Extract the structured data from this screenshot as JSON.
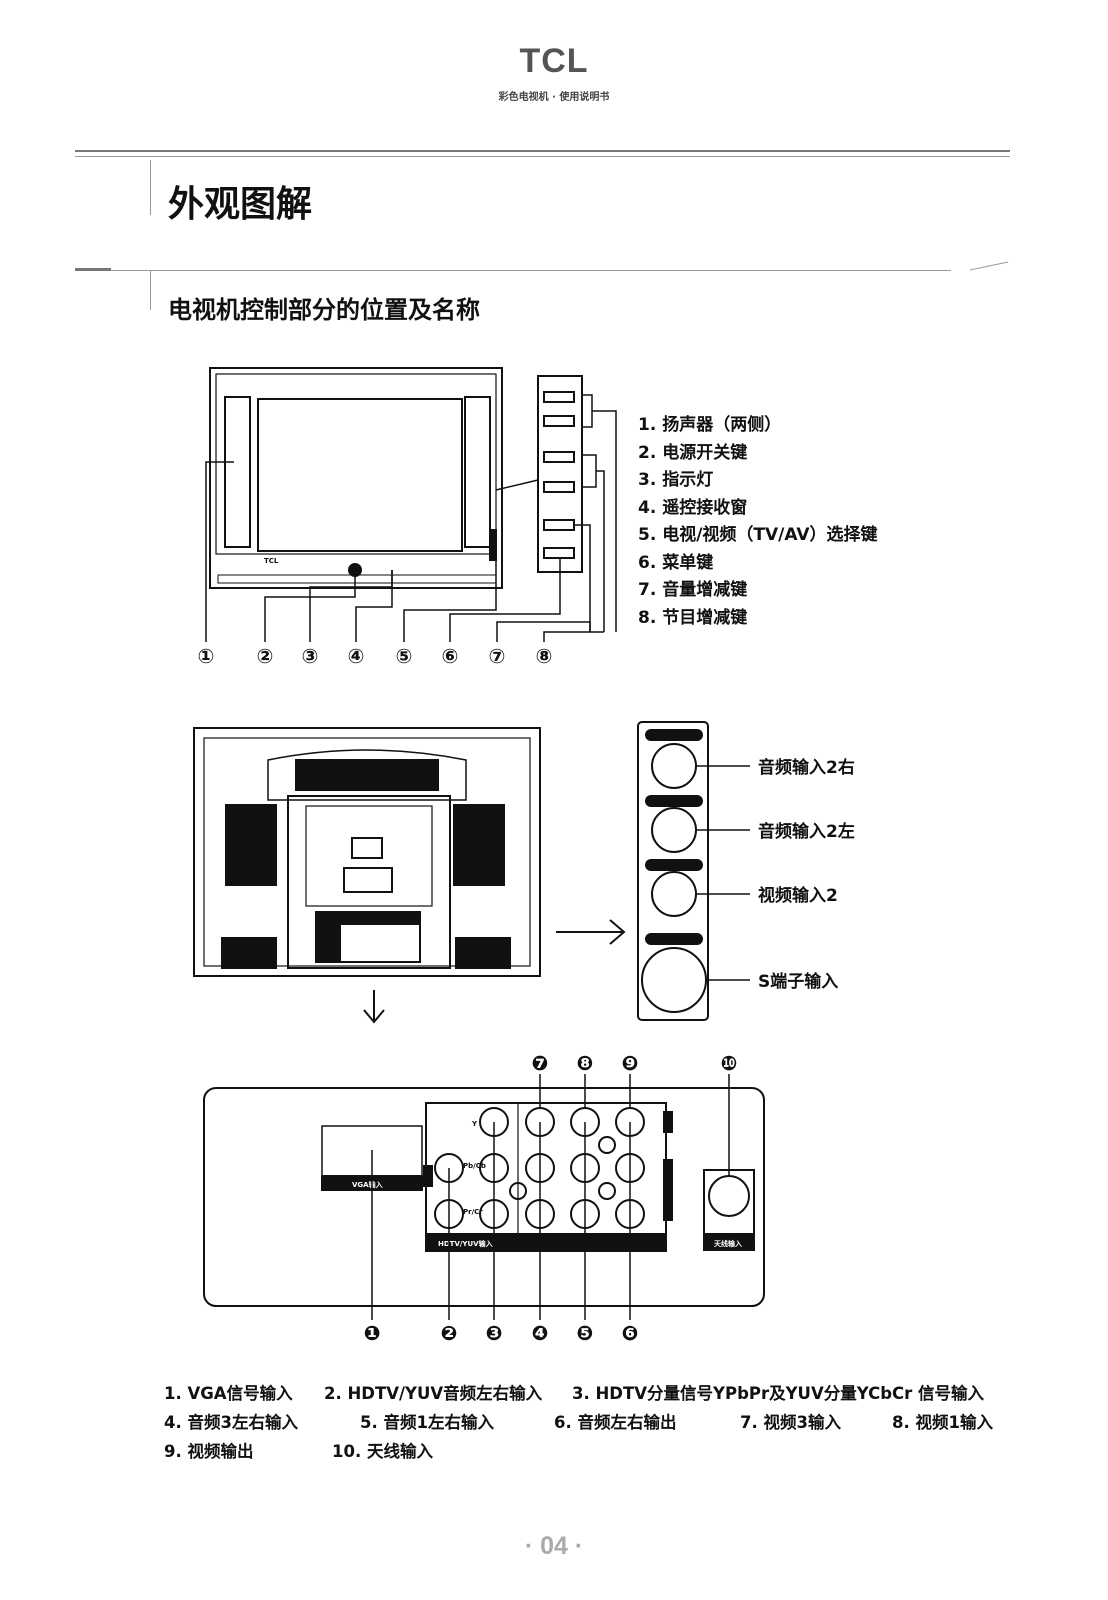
{
  "header": {
    "brand": "TCL",
    "subtitle": "彩色电视机 · 使用说明书"
  },
  "section_title": "外观图解",
  "sub_title": "电视机控制部分的位置及名称",
  "front_legend": [
    "1.  扬声器（两侧）",
    "2.  电源开关键",
    "3.  指示灯",
    "4.  遥控接收窗",
    "5.  电视/视频（TV/AV）选择键",
    "6.  菜单键",
    "7.  音量增减键",
    "8.  节目增减键"
  ],
  "front_callouts": [
    "①",
    "②",
    "③",
    "④",
    "⑤",
    "⑥",
    "⑦",
    "⑧"
  ],
  "side_panel_labels": [
    "音频输入2右",
    "音频输入2左",
    "视频输入2",
    "S端子输入"
  ],
  "rear_callouts_top": [
    "❼",
    "❽",
    "❾",
    "❿"
  ],
  "rear_callouts_bottom": [
    "❶",
    "❷",
    "❸",
    "❹",
    "❺",
    "❻"
  ],
  "rear_panel_tags": {
    "vga": "VGA输入",
    "hdtv": "HDTV/YUV输入",
    "antenna": "天线输入",
    "y": "Y",
    "pb": "Pb/Cb",
    "pr": "Pr/Cr"
  },
  "bottom_legend": [
    [
      "1. VGA信号输入",
      "2. HDTV/YUV音频左右输入",
      "3. HDTV分量信号YPbPr及YUV分量YCbCr 信号输入"
    ],
    [
      "4. 音频3左右输入",
      "5. 音频1左右输入",
      "6. 音频左右输出",
      "7. 视频3输入",
      "8. 视频1输入"
    ],
    [
      "9. 视频输出",
      "10. 天线输入"
    ]
  ],
  "page_number": "· 04 ·"
}
